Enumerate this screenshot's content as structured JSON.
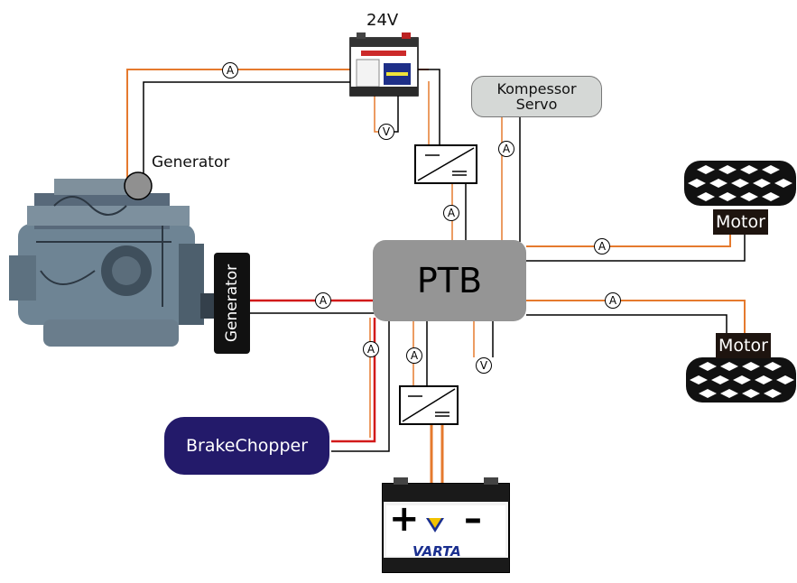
{
  "battery_top": {
    "label": "24V"
  },
  "generator_small": {
    "label": "Generator"
  },
  "generator_block": {
    "label": "Generator"
  },
  "compressor": {
    "label": "Kompessor\nServo"
  },
  "ptb": {
    "label": "PTB"
  },
  "motor_top": {
    "label": "Motor"
  },
  "motor_bottom": {
    "label": "Motor"
  },
  "brake": {
    "label": "BrakeChopper"
  },
  "battery_bottom": {
    "brand": "VARTA",
    "plus": "+",
    "minus": "–"
  },
  "meters": {
    "ammeter": "A",
    "voltmeter": "V"
  },
  "colors": {
    "wire_orange": "#e57a2e",
    "wire_red": "#d21a1a",
    "wire_black": "#000000",
    "ptb": "#959595",
    "brake": "#231a6a",
    "compressor": "#d5d8d6",
    "motor_box": "#1e140f"
  }
}
